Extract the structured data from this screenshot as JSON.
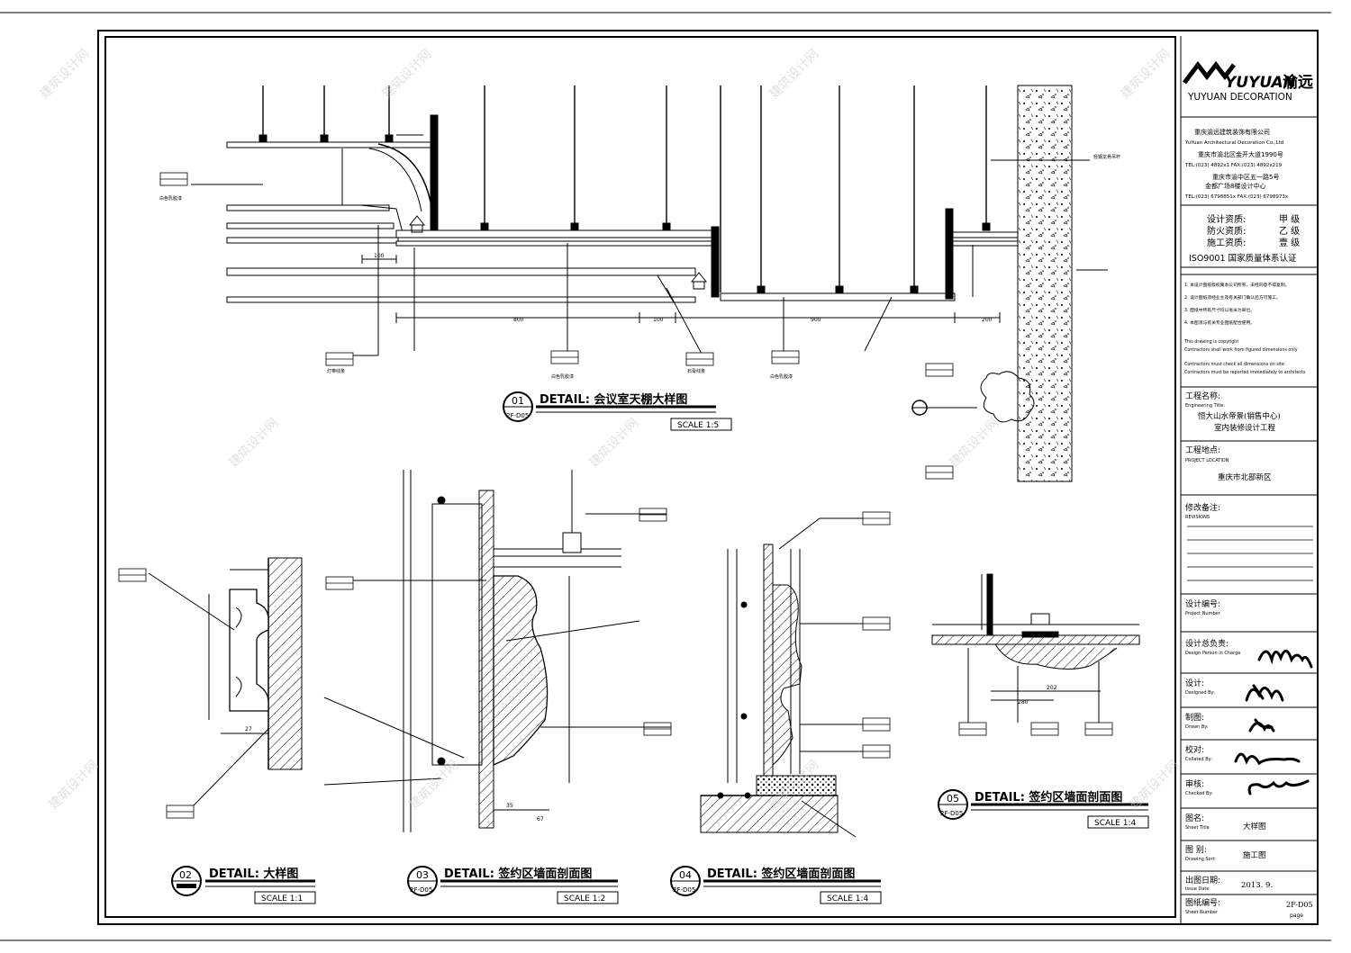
{
  "logo": {
    "mark": "YUYUAN",
    "chinese_mark": "渝远",
    "name": "YUYUAN DECORATION"
  },
  "company": {
    "name_cn": "重庆渝远建筑装饰有限公司",
    "name_en": "YuYuan Architectural Decoration Co.,Ltd",
    "address_1": "重庆市渝北区金开大道1990号",
    "phone_1": "TEL:(023) 4892x1 FAX:(023) 4892x219",
    "address_2": "重庆市渝中区五一路5号",
    "address_2b": "金都广场8楼设计中心",
    "phone_2": "TEL:(023) 6798851x FAX:(023) 6798973x"
  },
  "qualifications": [
    {
      "label": "设计资质:",
      "value": "甲  级"
    },
    {
      "label": "防火资质:",
      "value": "乙  级"
    },
    {
      "label": "施工资质:",
      "value": "壹  级"
    }
  ],
  "iso": "ISO9001 国家质量体系认证",
  "notes": [
    "1. 本设计图纸版权属本公司所有，未经同意不得复制。",
    "2. 设计图纸须经业主及有关部门确认后方可施工。",
    "3. 图纸中所有尺寸均以毫米为单位。",
    "4. 本图须与有关专业图纸配合使用。",
    "This drawing is copyright",
    "Contractors shall work from figured dimensions only",
    "Contractors must check all dimensions on site",
    "Contractors must be reported immediately to architects"
  ],
  "title_block": {
    "eng_title_label": "工程名称:",
    "eng_title_label_en": "Engineering Title:",
    "eng_title_value_1": "恒大山水帝景(销售中心)",
    "eng_title_value_2": "室内装修设计工程",
    "location_label": "工程地点:",
    "location_label_en": "PROJECT LOCATION",
    "location_value": "重庆市北部新区",
    "revisions_label": "修改备注:",
    "revisions_label_en": "REVISIONS",
    "project_no_label": "设计编号:",
    "project_no_label_en": "Project Number",
    "person_label": "设计总负责:",
    "person_label_en": "Design Person in Charge",
    "designed_label": "设计:",
    "designed_label_en": "Designed By:",
    "drawn_label": "制图:",
    "drawn_label_en": "Drawn By:",
    "collated_label": "校对:",
    "collated_label_en": "Collated By:",
    "checked_label": "审核:",
    "checked_label_en": "Checked By:",
    "sheet_title_label": "图名:",
    "sheet_title_label_en": "Sheet Title",
    "sheet_title_value": "大样图",
    "drawing_sort_label": "图 别:",
    "drawing_sort_label_en": "Drawing Sort",
    "drawing_sort_value": "施工图",
    "issue_date_label": "出图日期:",
    "issue_date_label_en": "Issue Date",
    "issue_date_value": "2013. 9.",
    "sheet_no_label": "图纸编号:",
    "sheet_no_label_en": "Sheet Number",
    "sheet_no_value": "2F-D05",
    "sheet_no_page": "page"
  },
  "details": [
    {
      "num": "01",
      "ref": "2F-D05",
      "title": "DETAIL: 会议室天棚大样图",
      "scale": "SCALE  1:5"
    },
    {
      "num": "02",
      "ref": "",
      "title": "DETAIL: 大样图",
      "scale": "SCALE  1:1"
    },
    {
      "num": "03",
      "ref": "2F-D05",
      "title": "DETAIL: 签约区墙面剖面图",
      "scale": "SCALE  1:2"
    },
    {
      "num": "04",
      "ref": "2F-D05",
      "title": "DETAIL: 签约区墙面剖面图",
      "scale": "SCALE  1:4"
    },
    {
      "num": "05",
      "ref": "2F-D05",
      "title": "DETAIL: 签约区墙面剖面图",
      "scale": "SCALE  1:4"
    }
  ],
  "dimensions": {
    "d1_100a": "100",
    "d1_800": "800",
    "d1_100b": "100",
    "d1_900": "900",
    "d1_200": "200",
    "d5_202": "202",
    "d5_280": "280",
    "d3_35": "35",
    "d3_67": "67",
    "d2_27": "27"
  },
  "callout_small": {
    "c1": "白色乳胶漆",
    "c2": "灯带线条",
    "c3": "白色乳胶漆",
    "c4": "石膏线条",
    "c5": "白色乳胶漆",
    "c6": "轻钢龙骨吊杆"
  },
  "watermark": "建筑设计网"
}
